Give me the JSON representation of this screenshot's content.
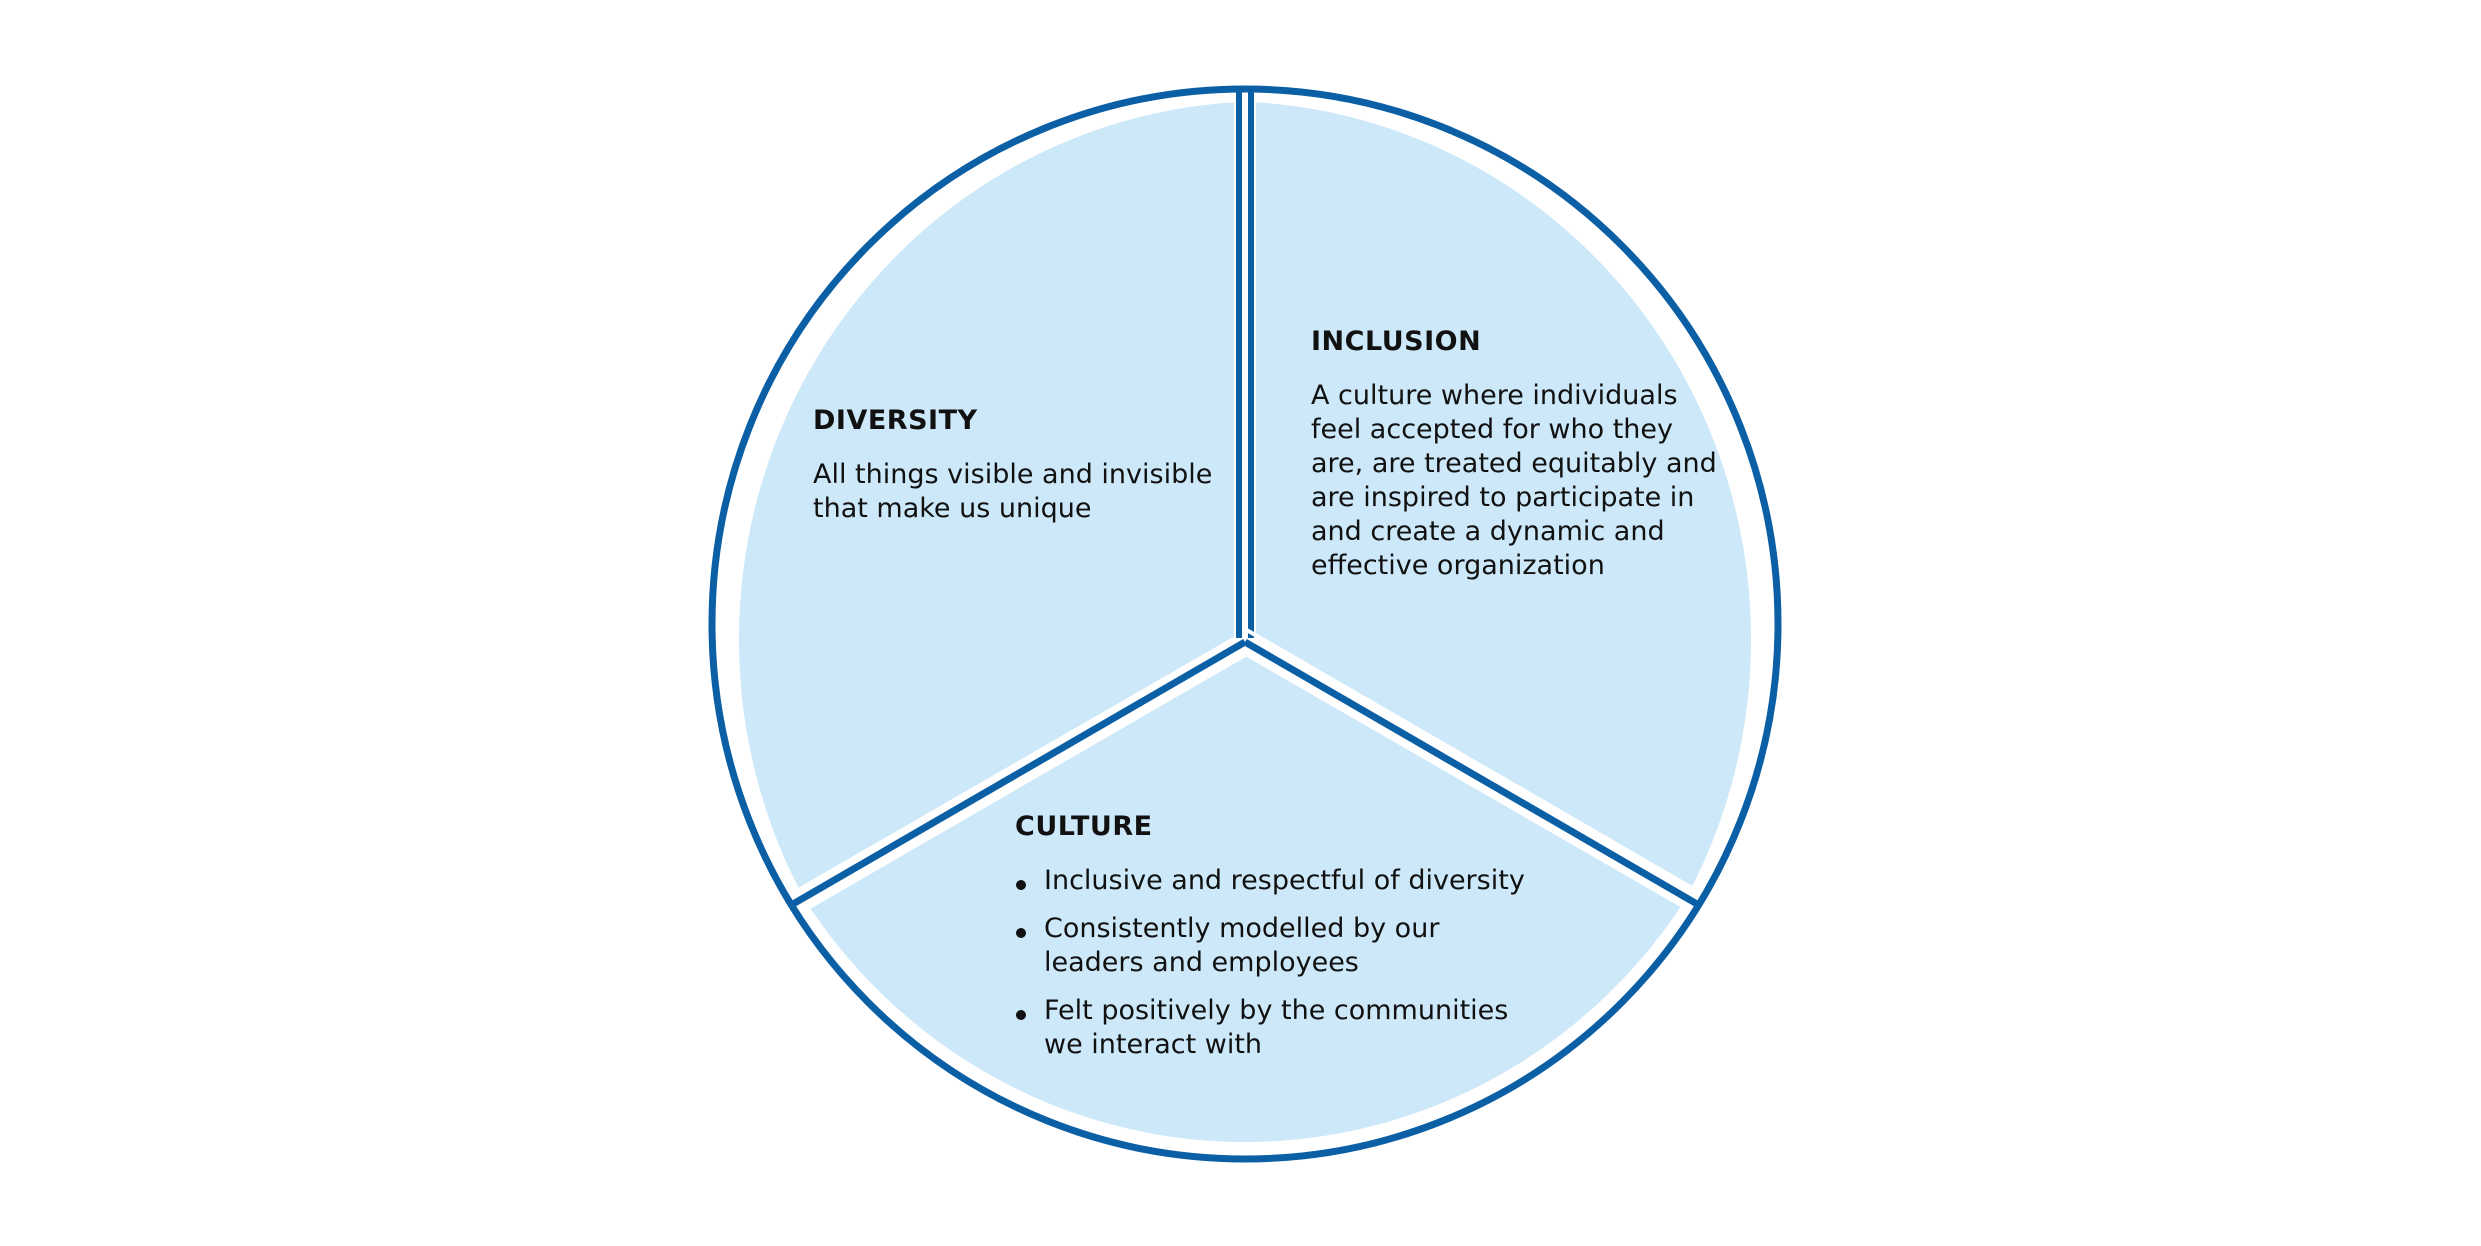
{
  "colors": {
    "segment_fill": "#cce8f9",
    "outline": "#0b5fa5",
    "text": "#111111"
  },
  "segments": {
    "diversity": {
      "title": "DIVERSITY",
      "body_lines": [
        "All things visible and invisible",
        "that make us unique"
      ]
    },
    "inclusion": {
      "title": "INCLUSION",
      "body_lines": [
        "A culture where individuals",
        "feel accepted for who they",
        "are, are treated equitably and",
        "are inspired to participate in",
        "and create a dynamic and",
        "effective organization"
      ]
    },
    "culture": {
      "title": "CULTURE",
      "bullets": [
        {
          "lines": [
            "Inclusive and respectful of diversity"
          ]
        },
        {
          "lines": [
            "Consistently modelled by our",
            "leaders and employees"
          ]
        },
        {
          "lines": [
            "Felt positively by the communities",
            "we interact with"
          ]
        }
      ]
    }
  }
}
